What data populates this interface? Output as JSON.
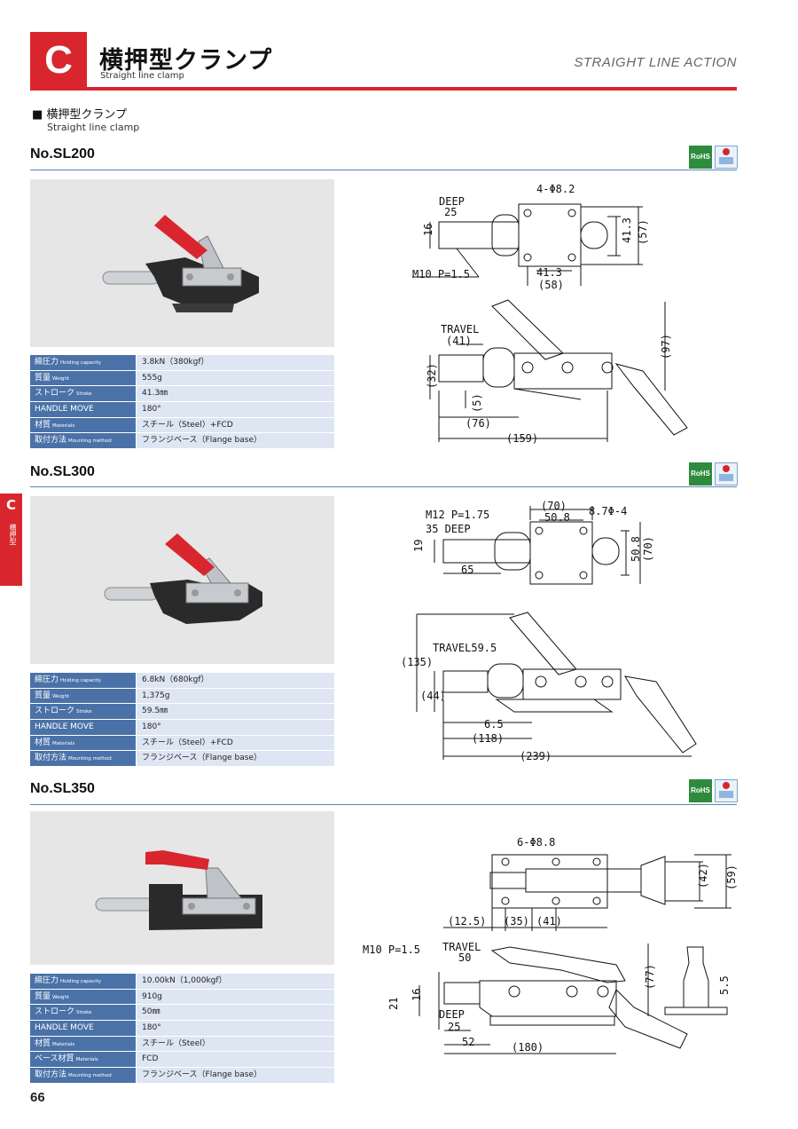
{
  "header": {
    "letter": "C",
    "title_jp": "横押型クランプ",
    "title_en": "Straight line clamp",
    "tagline": "STRAIGHT LINE ACTION"
  },
  "intro": {
    "jp": "■ 横押型クランプ",
    "en": "Straight line clamp"
  },
  "badges": {
    "rohs": "RoHS"
  },
  "side_tab": {
    "letter": "C",
    "label": "横押型"
  },
  "page_number": "66",
  "models": [
    {
      "name": "No.SL200",
      "specs": [
        {
          "key": "締圧力",
          "key_en": "Holding capacity",
          "value": "3.8kN（380kgf）"
        },
        {
          "key": "質量",
          "key_en": "Weight",
          "value": "555g"
        },
        {
          "key": "ストローク",
          "key_en": "Stroke",
          "value": "41.3㎜"
        },
        {
          "key": "HANDLE MOVE",
          "key_en": "",
          "value": "180°"
        },
        {
          "key": "材質",
          "key_en": "Materials",
          "value": "スチール（Steel）+FCD"
        },
        {
          "key": "取付方法",
          "key_en": "Mounting method",
          "value": "フランジベース（Flange base）"
        }
      ],
      "dims": {
        "d1": "4-Φ8.2",
        "d2": "DEEP",
        "d3": "25",
        "d4": "16",
        "d5": "41.3",
        "d6": "(57)",
        "d7": "M10 P=1.5",
        "d8": "41.3",
        "d9": "(58)",
        "d10": "TRAVEL",
        "d11": "(41)",
        "d12": "(97)",
        "d13": "(32)",
        "d14": "(5)",
        "d15": "(76)",
        "d16": "(159)"
      }
    },
    {
      "name": "No.SL300",
      "specs": [
        {
          "key": "締圧力",
          "key_en": "Holding capacity",
          "value": "6.8kN（680kgf）"
        },
        {
          "key": "質量",
          "key_en": "Weight",
          "value": "1,375g"
        },
        {
          "key": "ストローク",
          "key_en": "Stroke",
          "value": "59.5㎜"
        },
        {
          "key": "HANDLE MOVE",
          "key_en": "",
          "value": "180°"
        },
        {
          "key": "材質",
          "key_en": "Materials",
          "value": "スチール（Steel）+FCD"
        },
        {
          "key": "取付方法",
          "key_en": "Mounting method",
          "value": "フランジベース（Flange base）"
        }
      ],
      "dims": {
        "d1": "(70)",
        "d2": "50.8",
        "d3": "8.7Φ-4",
        "d4": "M12 P=1.75",
        "d5": "35 DEEP",
        "d6": "19",
        "d7": "65",
        "d8": "50.8",
        "d9": "(70)",
        "d10": "TRAVEL59.5",
        "d11": "(135)",
        "d12": "(44)",
        "d13": "6.5",
        "d14": "(118)",
        "d15": "(239)"
      }
    },
    {
      "name": "No.SL350",
      "specs": [
        {
          "key": "締圧力",
          "key_en": "Holding capacity",
          "value": "10.00kN（1,000kgf）"
        },
        {
          "key": "質量",
          "key_en": "Weight",
          "value": "910g"
        },
        {
          "key": "ストローク",
          "key_en": "Stroke",
          "value": "50㎜"
        },
        {
          "key": "HANDLE MOVE",
          "key_en": "",
          "value": "180°"
        },
        {
          "key": "材質",
          "key_en": "Materials",
          "value": "スチール（Steel）"
        },
        {
          "key": "ベース材質",
          "key_en": "Materials",
          "value": "FCD"
        },
        {
          "key": "取付方法",
          "key_en": "Mounting method",
          "value": "フランジベース（Flange base）"
        }
      ],
      "dims": {
        "d1": "6-Φ8.8",
        "d2": "(42)",
        "d3": "(59)",
        "d4": "(12.5)",
        "d5": "(35)",
        "d6": "(41)",
        "d7": "M10 P=1.5",
        "d8": "TRAVEL",
        "d9": "50",
        "d10": "(77)",
        "d11": "21",
        "d12": "16",
        "d13": "DEEP",
        "d14": "25",
        "d15": "52",
        "d16": "(180)",
        "d17": "5.5"
      }
    }
  ]
}
